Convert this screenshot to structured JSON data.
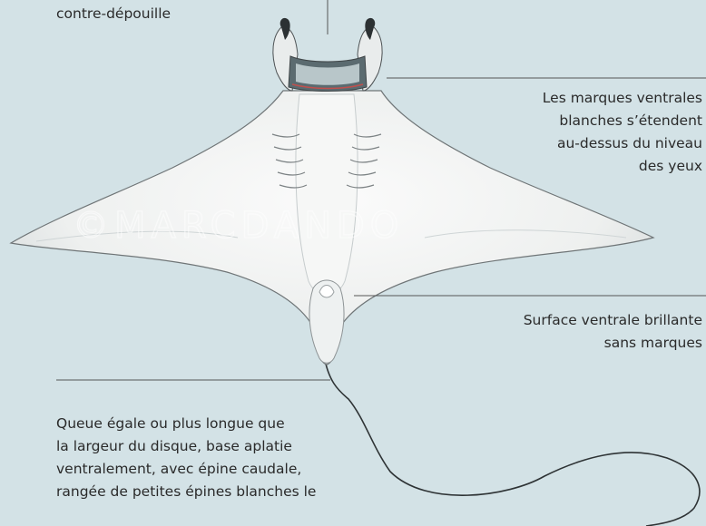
{
  "labels": {
    "top": "contre-dépouille",
    "eyes": "Les marques ventrales\nblanches s’étendent\nau-dessus du niveau\ndes yeux",
    "surface": "Surface ventrale brillante\nsans marques",
    "tail": "Queue égale ou plus longue que\nla largeur du disque, base aplatie\nventralement, avec épine caudale,\nrangée de petites épines blanches le"
  },
  "watermark": "©MARCDANDO",
  "colors": {
    "background": "#d3e2e6",
    "leader_line": "#555555",
    "body_fill": "#f3f4f3",
    "body_shade": "#c4cacc",
    "outline": "#6f7577",
    "mouth_line": "#c0504d"
  }
}
